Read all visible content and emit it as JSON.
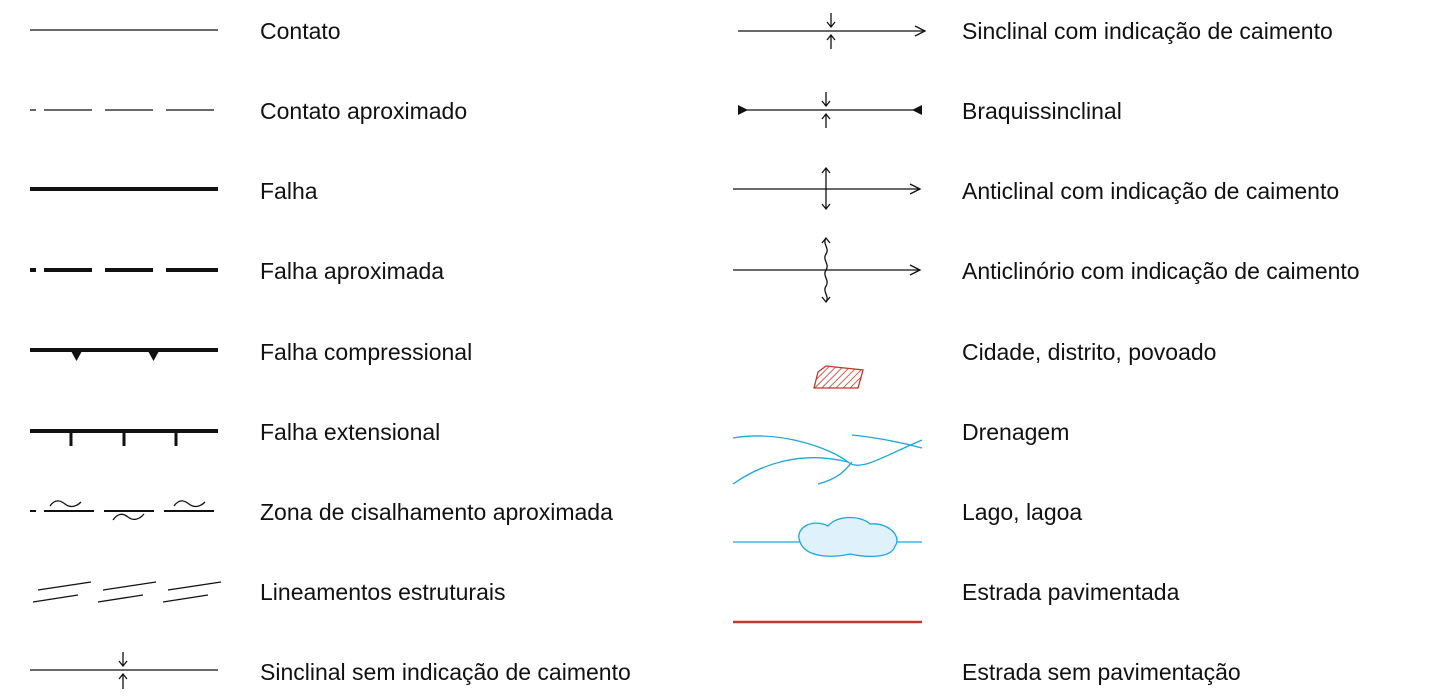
{
  "legend": {
    "left": [
      {
        "label": "Contato",
        "symbol": "solid-thin-line"
      },
      {
        "label": "Contato aproximado",
        "symbol": "dashed-thin-line"
      },
      {
        "label": "Falha",
        "symbol": "solid-thick-line"
      },
      {
        "label": "Falha aproximada",
        "symbol": "dashed-thick-line"
      },
      {
        "label": "Falha compressional",
        "symbol": "thick-line-with-triangles"
      },
      {
        "label": "Falha extensional",
        "symbol": "thick-line-with-ticks"
      },
      {
        "label": "Zona de cisalhamento aproximada",
        "symbol": "dashed-line-with-wave-marks"
      },
      {
        "label": "Lineamentos estruturais",
        "symbol": "paired-oblique-strokes"
      },
      {
        "label": "Sinclinal sem indicação de caimento",
        "symbol": "line-with-converging-arrows"
      }
    ],
    "right": [
      {
        "label": "Sinclinal com indicação de caimento",
        "symbol": "arrow-line-with-converging-arrows"
      },
      {
        "label": "Braquissinclinal",
        "symbol": "line-with-end-triangles-and-converging-arrows"
      },
      {
        "label": "Anticlinal com indicação de caimento",
        "symbol": "arrow-line-with-diverging-arrows"
      },
      {
        "label": "Anticlinório com indicação de caimento",
        "symbol": "arrow-line-with-wavy-diverging-arrows"
      },
      {
        "label": "Cidade, distrito, povoado",
        "symbol": "hatched-polygon"
      },
      {
        "label": "Drenagem",
        "symbol": "river-lines"
      },
      {
        "label": "Lago, lagoa",
        "symbol": "lake-shape"
      },
      {
        "label": "Estrada pavimentada",
        "symbol": "red-line"
      },
      {
        "label": "Estrada sem pavimentação",
        "symbol": ""
      }
    ]
  },
  "colors": {
    "line": "#111111",
    "city_hatch": "#c0392b",
    "drainage": "#1ea7dd",
    "lake_fill": "#dff1fa",
    "road": "#c0392b"
  }
}
